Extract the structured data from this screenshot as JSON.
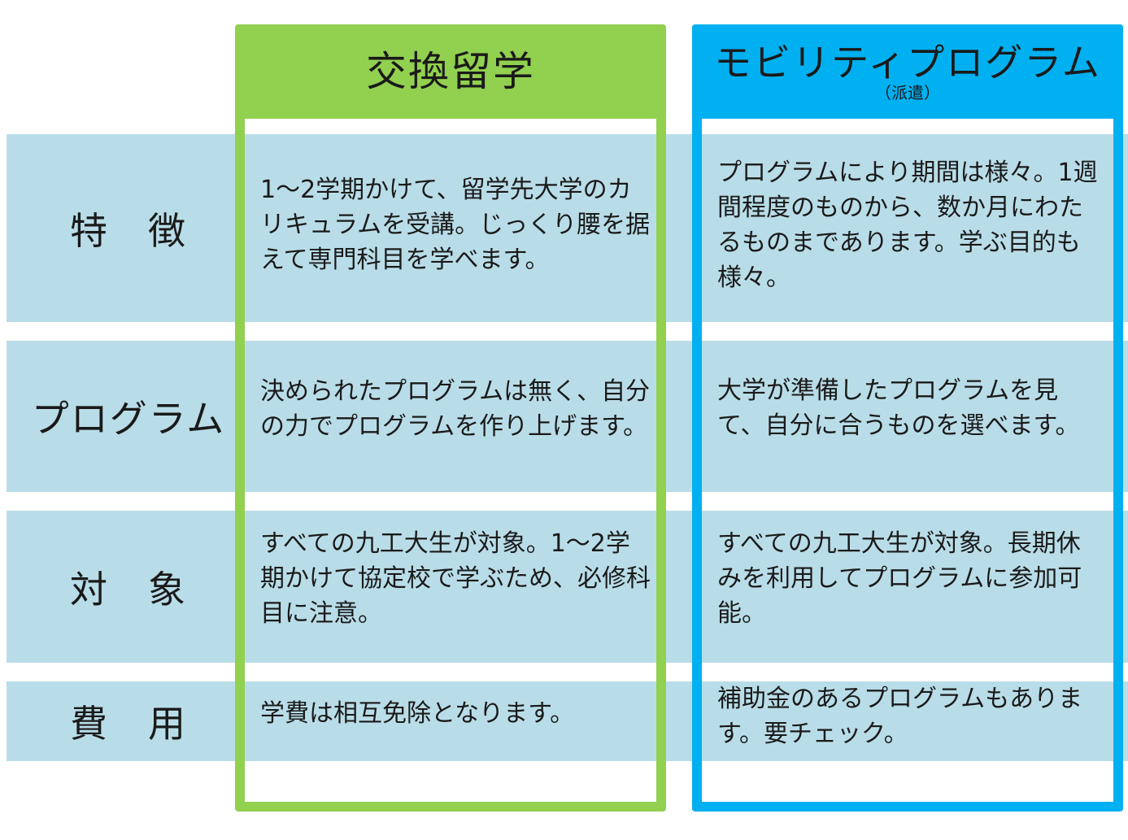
{
  "columns": {
    "exchange": {
      "title": "交換留学"
    },
    "mobility": {
      "title": "モビリティプログラム",
      "subtitle": "（派遣）"
    }
  },
  "rows": [
    {
      "label": "特　徴",
      "exchange": "1～2学期かけて、留学先大学のカリキュラムを受講。じっくり腰を据えて専門科目を学べます。",
      "mobility": "プログラムにより期間は様々。1週間程度のものから、数か月にわたるものまであります。学ぶ目的も様々。"
    },
    {
      "label": "プログラム",
      "exchange": "決められたプログラムは無く、自分の力でプログラムを作り上げます。",
      "mobility": "大学が準備したプログラムを見て、自分に合うものを選べます。"
    },
    {
      "label": "対　象",
      "exchange": "すべての九工大生が対象。1～2学期かけて協定校で学ぶため、必修科目に注意。",
      "mobility": "すべての九工大生が対象。長期休みを利用してプログラムに参加可能。"
    },
    {
      "label": "費　用",
      "exchange": "学費は相互免除となります。",
      "mobility": "補助金のあるプログラムもあります。要チェック。"
    }
  ],
  "colors": {
    "exchange_accent": "#92d050",
    "mobility_accent": "#00b0f0",
    "row_band": "#b9dde8"
  }
}
